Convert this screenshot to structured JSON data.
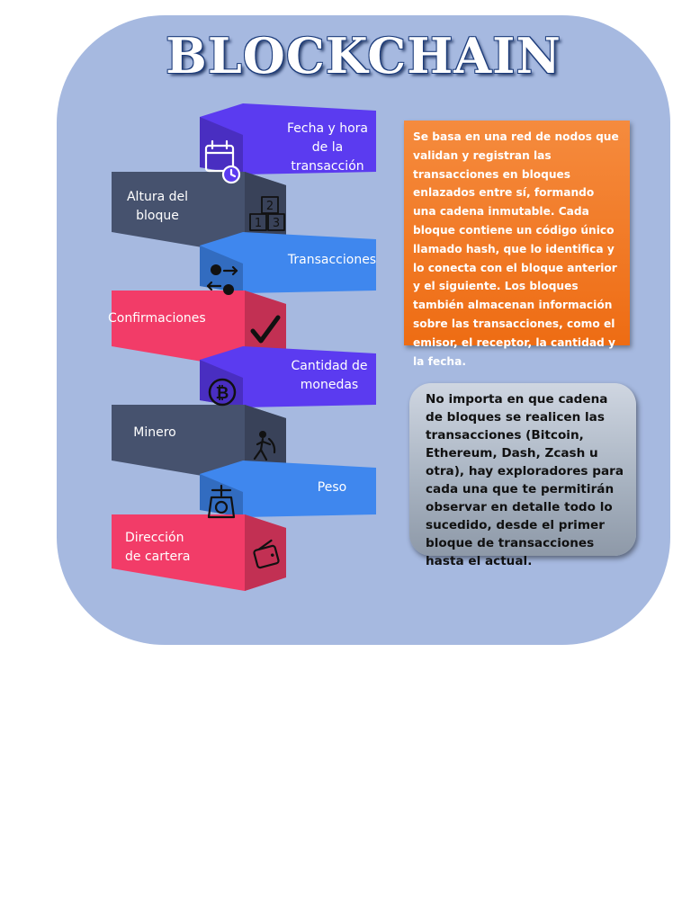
{
  "title": "BLOCKCHAIN",
  "blocks": [
    {
      "label": "Fecha y hora\nde la\ntransacción",
      "icon": "calendar-clock-icon",
      "color": "#5b3bf0"
    },
    {
      "label": "Altura del\nbloque",
      "icon": "numbered-blocks-icon",
      "color": "#46526e"
    },
    {
      "label": "Transacciones",
      "icon": "currency-exchange-icon",
      "color": "#3f87ee"
    },
    {
      "label": "Confirmaciones",
      "icon": "check-mark-icon",
      "color": "#f23c68"
    },
    {
      "label": "Cantidad de\nmonedas",
      "icon": "bitcoin-icon",
      "color": "#5b3bf0"
    },
    {
      "label": "Minero",
      "icon": "miner-icon",
      "color": "#46526e"
    },
    {
      "label": "Peso",
      "icon": "scale-weight-icon",
      "color": "#3f87ee"
    },
    {
      "label": "Dirección\nde cartera",
      "icon": "wallet-icon",
      "color": "#f23c68"
    }
  ],
  "description": "Se basa en una red de nodos que validan y registran las transacciones en bloques enlazados entre sí, formando una cadena inmutable. Cada bloque contiene un código único llamado hash, que lo identifica y lo conecta con el bloque anterior y el siguiente. Los bloques también almacenan información sobre las transacciones, como el emisor, el receptor, la cantidad y la fecha.",
  "note": "No importa en que cadena de bloques se realicen las transacciones (Bitcoin, Ethereum, Dash, Zcash u otra), hay exploradores para cada una que te permitirán observar en detalle todo lo sucedido, desde el primer bloque de transacciones hasta el actual.",
  "colors": {
    "background": "#a6b9e0",
    "purple": "#5b3bf0",
    "slate": "#46526e",
    "blue": "#3f87ee",
    "pink": "#f23c68",
    "orange": "#ee6c13"
  }
}
